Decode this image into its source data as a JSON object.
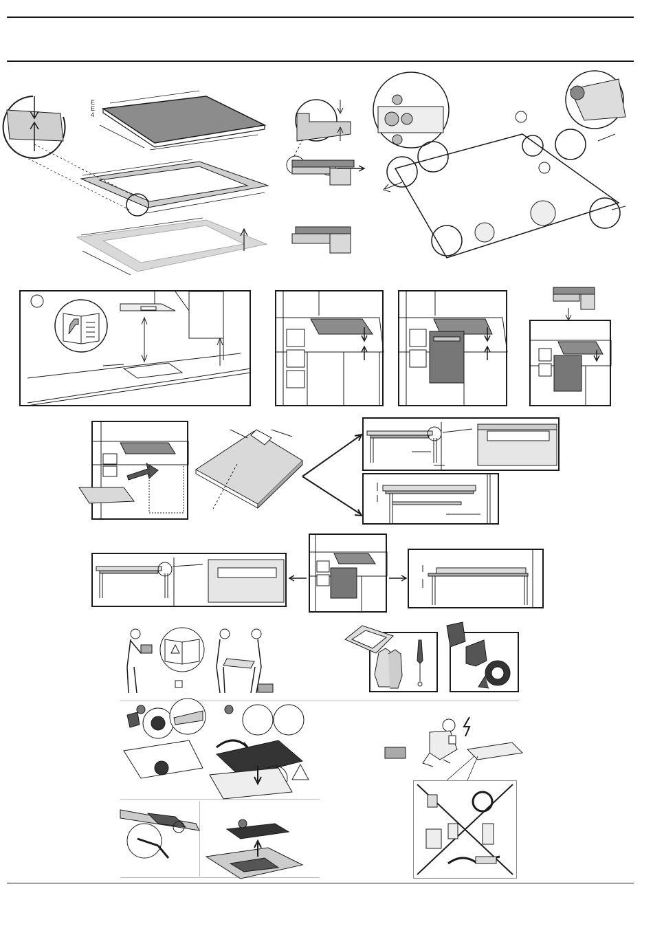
{
  "dimension_labels": {
    "unit_e1": "E",
    "unit_e2": "E",
    "unit_4": "4"
  },
  "colors": {
    "line": "#1a1a1a",
    "hob_fill": "#8c8c8c",
    "gasket_fill": "#cfcfcf",
    "counter_fill": "#d9d9d9",
    "hatch": "#555555",
    "divider": "#bbbbbb"
  },
  "icons": [
    "manual-book-icon",
    "warning-triangle-icon",
    "screwdriver-icon",
    "gloves-icon",
    "toolbox-icon",
    "gasket-tape-icon",
    "electric-shock-icon",
    "extension-cord-icon",
    "socket-icon"
  ]
}
